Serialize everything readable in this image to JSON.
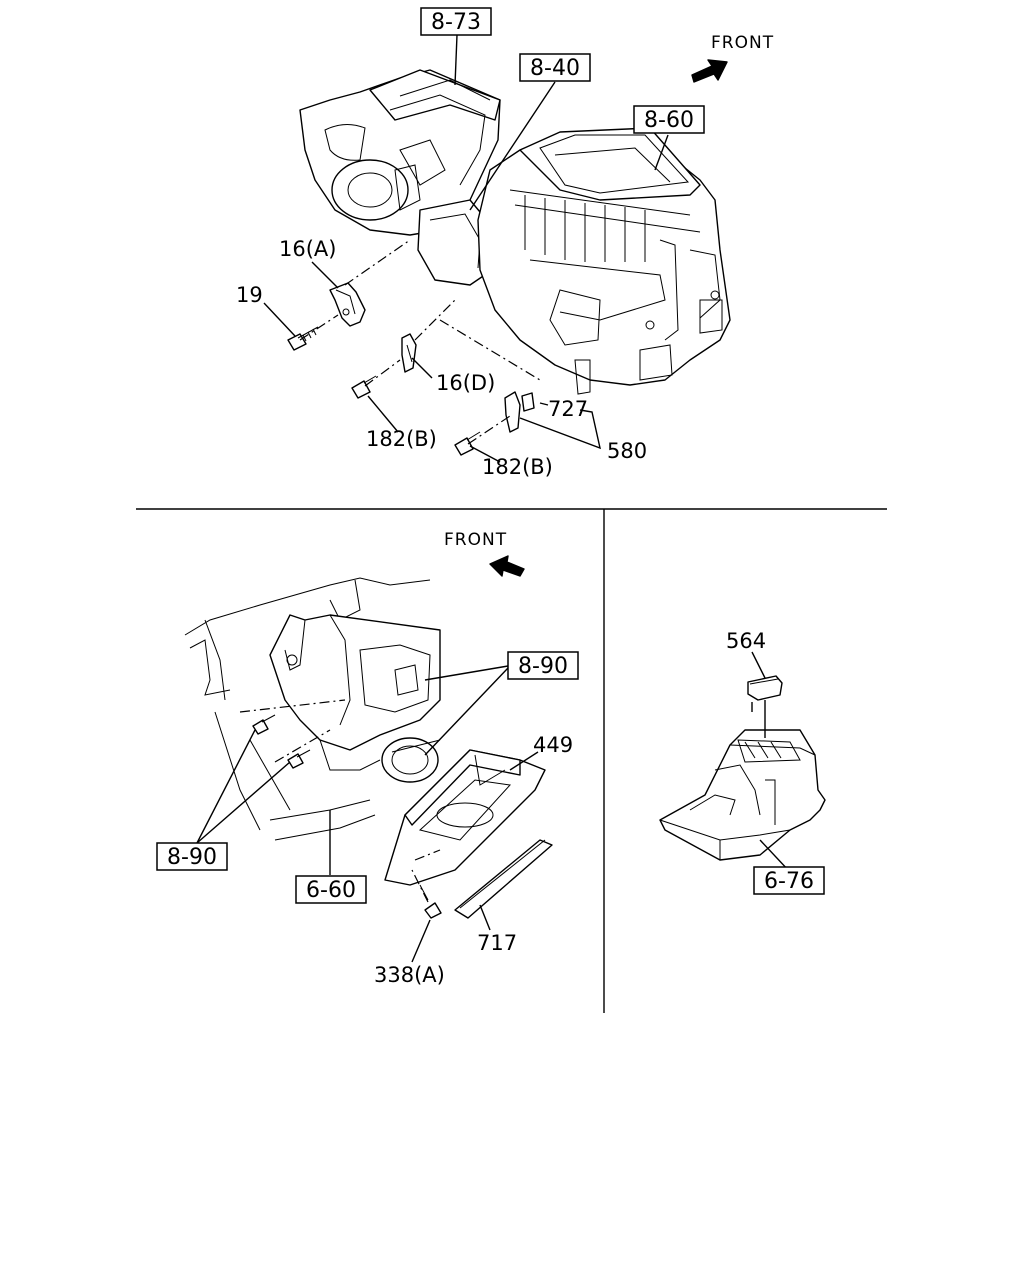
{
  "direction_labels": {
    "front_top": "FRONT",
    "front_bottom": "FRONT"
  },
  "references": {
    "r_8_73": "8-73",
    "r_8_40": "8-40",
    "r_8_60": "8-60",
    "r_8_90_a": "8-90",
    "r_8_90_b": "8-90",
    "r_6_60": "6-60",
    "r_6_76": "6-76"
  },
  "parts": {
    "p16a": "16(A)",
    "p19": "19",
    "p16d": "16(D)",
    "p182b_1": "182(B)",
    "p182b_2": "182(B)",
    "p727": "727",
    "p580": "580",
    "p449": "449",
    "p338a": "338(A)",
    "p717": "717",
    "p564": "564"
  }
}
